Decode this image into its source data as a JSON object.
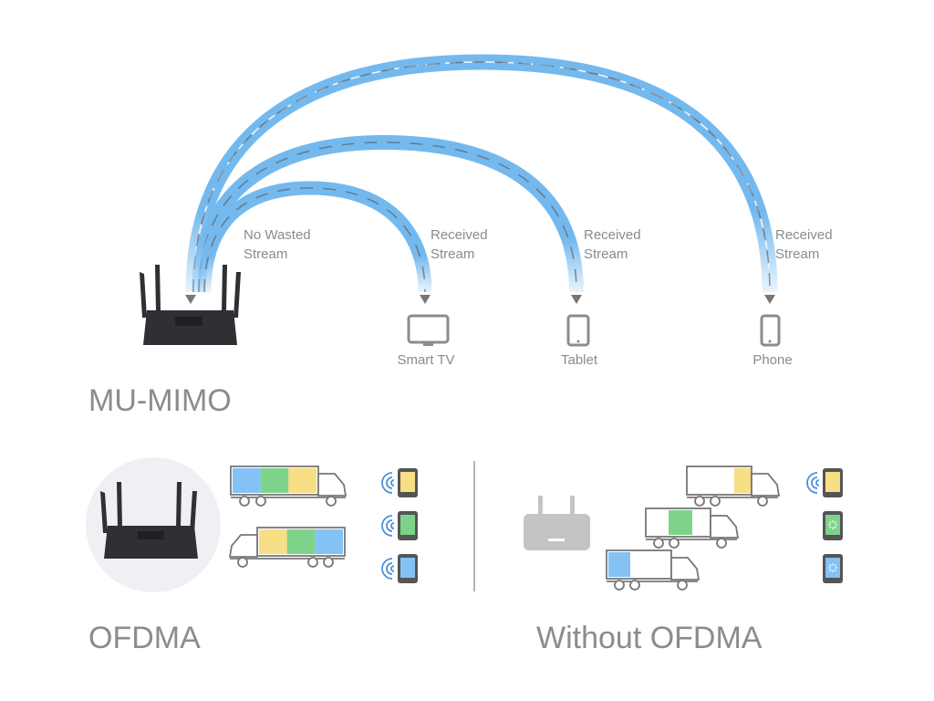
{
  "colors": {
    "stream": "#74b9ee",
    "router": "#2f3033",
    "gray_router": "#c4c4c4",
    "blue": "#84c1f5",
    "green": "#7ed38a",
    "yellow": "#f8de84",
    "circle": "#eef0f3",
    "text": "#8a8a8a"
  },
  "mu_mimo": {
    "title": "MU-MIMO",
    "no_wasted": [
      "No Wasted",
      "Stream"
    ],
    "received": [
      "Received",
      "Stream"
    ],
    "devices": [
      {
        "label": "Smart TV",
        "icon": "tv-icon"
      },
      {
        "label": "Tablet",
        "icon": "tablet-icon"
      },
      {
        "label": "Phone",
        "icon": "phone-icon"
      }
    ]
  },
  "ofdma": {
    "title": "OFDMA",
    "trucks": [
      {
        "cargo": [
          "blue",
          "green",
          "yellow"
        ]
      },
      {
        "cargo": [
          "yellow",
          "green",
          "blue"
        ]
      }
    ],
    "devices": [
      "yellow",
      "green",
      "blue"
    ]
  },
  "without_ofdma": {
    "title": "Without OFDMA",
    "trucks": [
      {
        "cargo": "yellow"
      },
      {
        "cargo": "green"
      },
      {
        "cargo": "blue"
      }
    ],
    "devices": [
      {
        "color": "yellow",
        "state": "wifi"
      },
      {
        "color": "green",
        "state": "loading"
      },
      {
        "color": "blue",
        "state": "loading"
      }
    ]
  }
}
